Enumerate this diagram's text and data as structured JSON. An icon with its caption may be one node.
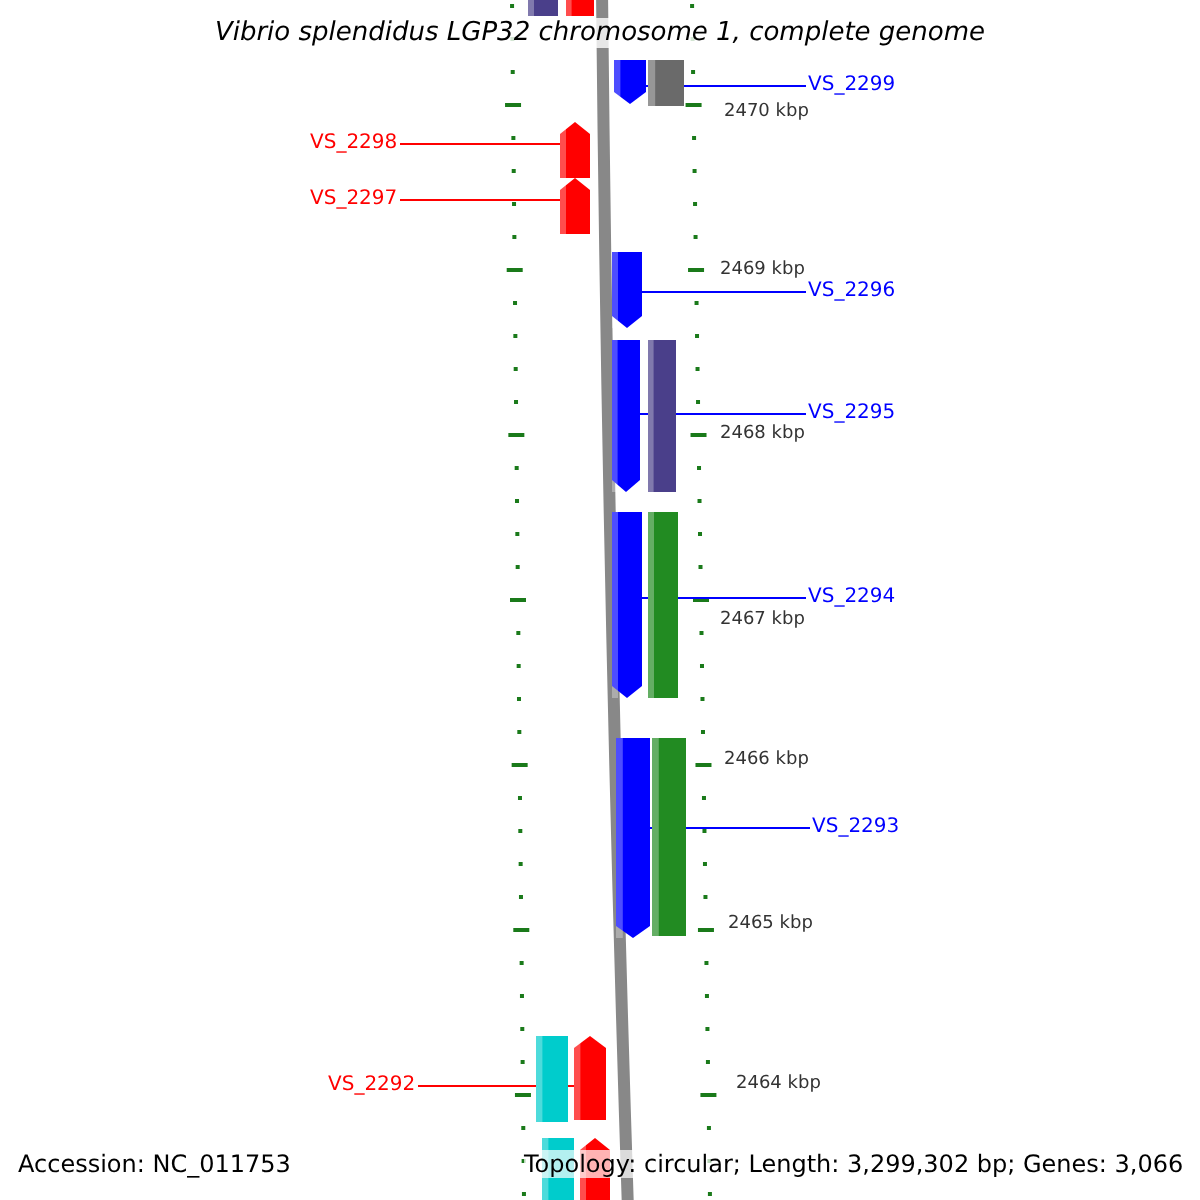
{
  "diagram": {
    "title": "Vibrio splendidus LGP32 chromosome 1, complete genome",
    "nodes": [
      {
        "text": [],
        "shape": "bar"
      },
      {
        "text": [],
        "shape": "bar"
      },
      {
        "text": [],
        "shape": "pentagon"
      },
      {
        "text": [],
        "shape": "bar"
      },
      {
        "text": [
          "VS_2299"
        ]
      },
      {
        "text": [
          "VS_2298"
        ]
      },
      {
        "text": [],
        "shape": "pentagon"
      },
      {
        "text": [
          "VS_2297"
        ]
      },
      {
        "text": [],
        "shape": "pentagon"
      },
      {
        "text": [],
        "shape": "pentagon"
      },
      {
        "text": [
          "VS_2296"
        ]
      },
      {
        "text": [],
        "shape": "pentagon"
      },
      {
        "text": [],
        "shape": "bar"
      },
      {
        "text": [
          "VS_2295"
        ]
      },
      {
        "text": [],
        "shape": "pentagon"
      },
      {
        "text": [],
        "shape": "bar"
      },
      {
        "text": [
          "VS_2294"
        ]
      },
      {
        "text": [],
        "shape": "pentagon"
      },
      {
        "text": [],
        "shape": "bar"
      },
      {
        "text": [
          "VS_2293"
        ]
      },
      {
        "text": [
          "VS_2292"
        ]
      },
      {
        "text": [],
        "shape": "bar"
      },
      {
        "text": [],
        "shape": "pentagon"
      },
      {
        "text": [],
        "shape": "bar"
      },
      {
        "text": [],
        "shape": "pentagon"
      }
    ],
    "edges": [
      {
        "from": 4,
        "to": 2,
        "arrow": "none"
      },
      {
        "from": 5,
        "to": 6,
        "arrow": "none",
        "color": "#ff0000"
      },
      {
        "from": 7,
        "to": 8,
        "arrow": "none",
        "color": "#ff0000"
      },
      {
        "from": 10,
        "to": 9,
        "arrow": "none"
      },
      {
        "from": 13,
        "to": 11,
        "arrow": "none"
      },
      {
        "from": 16,
        "to": 14,
        "arrow": "none"
      },
      {
        "from": 19,
        "to": 17,
        "arrow": "none"
      },
      {
        "from": 20,
        "to": 22,
        "arrow": "none",
        "color": "#ff0000"
      }
    ],
    "labels": [
      "2470 kbp",
      "2469 kbp",
      "2468 kbp",
      "2467 kbp",
      "2466 kbp",
      "2465 kbp",
      "2464 kbp",
      "Accession: NC_011753",
      "Topology: circular; Length: 3,299,302 bp; Genes: 3,066"
    ]
  }
}
